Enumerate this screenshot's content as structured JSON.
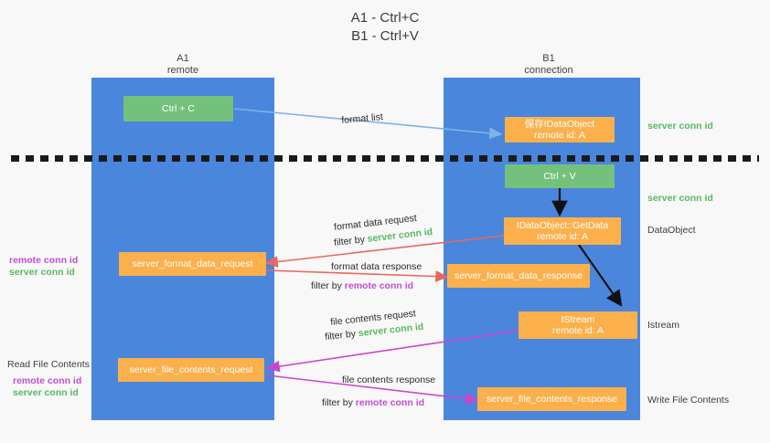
{
  "title": "A1 - Ctrl+C\nB1 - Ctrl+V",
  "columns": {
    "left": {
      "name": "A1",
      "role": "remote",
      "label": "A1\nremote"
    },
    "right": {
      "name": "B1",
      "role": "connection",
      "label": "B1\nconnection"
    }
  },
  "colors": {
    "lane": "#4a86dc",
    "node_green": "#74c17c",
    "node_orange": "#fbb04c",
    "server_conn": "#57b85f",
    "remote_conn": "#c14fd4",
    "arrow_blue": "#7fb3e8",
    "arrow_red": "#e8685f",
    "arrow_magenta": "#cc44cc",
    "arrow_black": "#000000",
    "divider": "#1a1a1a",
    "background": "#f8f8f8"
  },
  "nodes": {
    "ctrl_c": {
      "label": "Ctrl + C",
      "lane": "A1",
      "kind": "green"
    },
    "save_idataobject": {
      "label": "保存IDataObject\nremote id: A",
      "lane": "B1",
      "kind": "orange"
    },
    "ctrl_v": {
      "label": "Ctrl + V",
      "lane": "B1",
      "kind": "green"
    },
    "getdata": {
      "label": "IDataObject::GetData\nremote id: A",
      "lane": "B1",
      "kind": "orange"
    },
    "server_format_data_request": {
      "label": "server_format_data_request",
      "lane": "A1",
      "kind": "orange"
    },
    "server_format_data_response": {
      "label": "server_format_data_response",
      "lane": "B1",
      "kind": "orange"
    },
    "istream": {
      "label": "IStream\nremote id: A",
      "lane": "B1",
      "kind": "orange"
    },
    "server_file_contents_request": {
      "label": "server_file_contents_request",
      "lane": "A1",
      "kind": "orange"
    },
    "server_file_contents_response": {
      "label": "server_file_contents_response",
      "lane": "B1",
      "kind": "orange"
    }
  },
  "right_labels": {
    "server_conn_id_top": "server conn id",
    "server_conn_id_mid": "server conn id",
    "dataobject": "DataObject",
    "istream": "Istream",
    "write_file_contents": "Write File Contents"
  },
  "left_labels": {
    "format_remote": "remote conn id",
    "format_server": "server conn id",
    "read_file_contents": "Read File Contents",
    "file_remote": "remote conn id",
    "file_server": "server conn id"
  },
  "arrow_notes": {
    "format_list": "format list",
    "format_data_request": "format data request",
    "format_data_request_filter_prefix": "filter by ",
    "format_data_request_filter_value": "server conn id",
    "format_data_response": "format data response",
    "format_data_response_filter_prefix": "filter by ",
    "format_data_response_filter_value": "remote conn id",
    "file_contents_request": "file contents request",
    "file_contents_request_filter_prefix": "filter by ",
    "file_contents_request_filter_value": "server conn id",
    "file_contents_response": "file contents response",
    "file_contents_response_filter_prefix": "filter by ",
    "file_contents_response_filter_value": "remote conn id"
  }
}
